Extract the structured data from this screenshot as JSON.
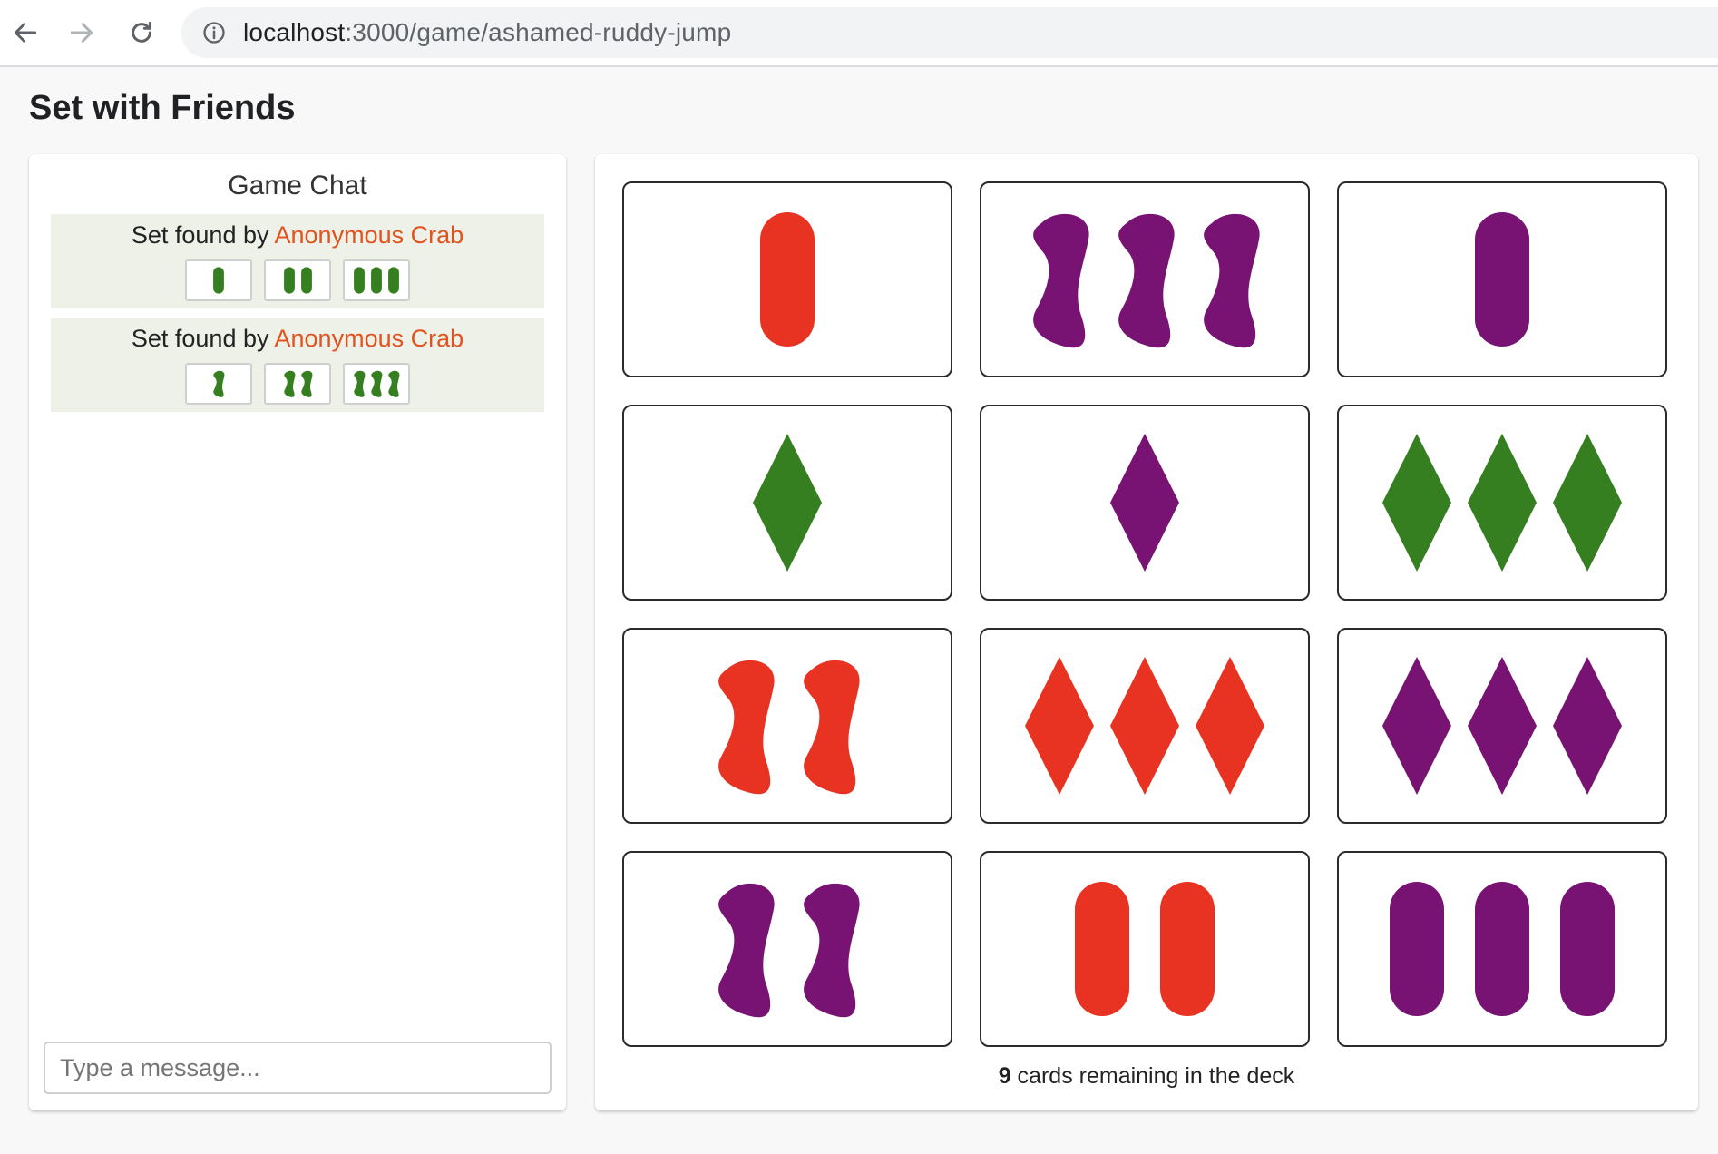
{
  "browser": {
    "url_host": "localhost",
    "url_path": ":3000/game/ashamed-ruddy-jump"
  },
  "page": {
    "title": "Set with Friends"
  },
  "chat": {
    "title": "Game Chat",
    "messages": [
      {
        "prefix": "Set found by",
        "player": "Anonymous Crab",
        "player_color": "#e1531e",
        "cards": [
          {
            "count": 1,
            "shape": "oval",
            "color": "green"
          },
          {
            "count": 2,
            "shape": "oval",
            "color": "green"
          },
          {
            "count": 3,
            "shape": "oval",
            "color": "green"
          }
        ]
      },
      {
        "prefix": "Set found by",
        "player": "Anonymous Crab",
        "player_color": "#e1531e",
        "cards": [
          {
            "count": 1,
            "shape": "squiggle",
            "color": "green"
          },
          {
            "count": 2,
            "shape": "squiggle",
            "color": "green"
          },
          {
            "count": 3,
            "shape": "squiggle",
            "color": "green"
          }
        ]
      }
    ],
    "input_placeholder": "Type a message..."
  },
  "colors": {
    "red": "#e83323",
    "purple": "#781374",
    "green": "#357f20"
  },
  "board": {
    "cards": [
      {
        "count": 1,
        "shape": "oval",
        "color": "red"
      },
      {
        "count": 3,
        "shape": "squiggle",
        "color": "purple"
      },
      {
        "count": 1,
        "shape": "oval",
        "color": "purple"
      },
      {
        "count": 1,
        "shape": "diamond",
        "color": "green"
      },
      {
        "count": 1,
        "shape": "diamond",
        "color": "purple"
      },
      {
        "count": 3,
        "shape": "diamond",
        "color": "green"
      },
      {
        "count": 2,
        "shape": "squiggle",
        "color": "red"
      },
      {
        "count": 3,
        "shape": "diamond",
        "color": "red"
      },
      {
        "count": 3,
        "shape": "diamond",
        "color": "purple"
      },
      {
        "count": 2,
        "shape": "squiggle",
        "color": "purple"
      },
      {
        "count": 2,
        "shape": "oval",
        "color": "red"
      },
      {
        "count": 3,
        "shape": "oval",
        "color": "purple"
      }
    ],
    "deck_remaining": "9",
    "deck_remaining_suffix": " cards remaining in the deck"
  }
}
